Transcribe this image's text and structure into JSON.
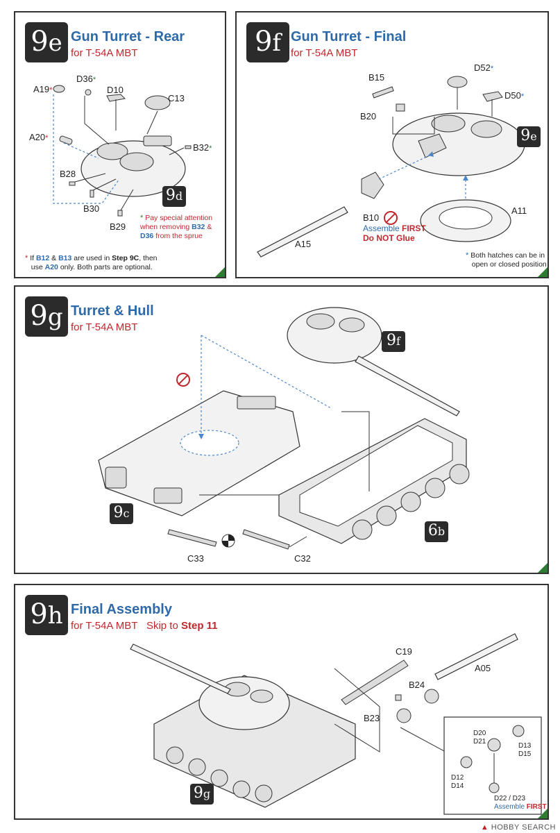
{
  "panels": {
    "p9e": {
      "step_num": "9",
      "step_letter": "e",
      "title": "Gun Turret - Rear",
      "subtitle": "for T-54A MBT",
      "labels": {
        "a19": "A19",
        "d36": "D36",
        "d10": "D10",
        "c13": "C13",
        "a20": "A20",
        "b32": "B32",
        "b28": "B28",
        "b30": "B30",
        "b29": "B29"
      },
      "ref_badge_num": "9",
      "ref_badge_letter": "d",
      "green_note": {
        "line1": "Pay special attention",
        "line2": "when removing",
        "part1": "B32",
        "amp": "&",
        "part2": "D36",
        "line3": "from the sprue"
      },
      "footnote": {
        "prefix": "If",
        "p1": "B12",
        "amp": "&",
        "p2": "B13",
        "mid": "are used in",
        "step": "Step 9C",
        "then": ", then",
        "use": "use",
        "p3": "A20",
        "end": "only.  Both parts are optional."
      }
    },
    "p9f": {
      "step_num": "9",
      "step_letter": "f",
      "title": "Gun Turret - Final",
      "subtitle": "for T-54A MBT",
      "labels": {
        "b15": "B15",
        "d52": "D52",
        "d50": "D50",
        "b20": "B20",
        "b10": "B10",
        "a11": "A11",
        "a15": "A15"
      },
      "ref_badge_num": "9",
      "ref_badge_letter": "e",
      "assemble_first": "Assemble",
      "assemble_first_strong": "FIRST",
      "do_not_glue": "Do NOT Glue",
      "hatch_note": {
        "line1": "Both hatches can be in",
        "line2": "open or closed position"
      }
    },
    "p9g": {
      "step_num": "9",
      "step_letter": "g",
      "title": "Turret & Hull",
      "subtitle": "for T-54A MBT",
      "labels": {
        "c33": "C33",
        "c32": "C32"
      },
      "badge_turret_num": "9",
      "badge_turret_letter": "f",
      "badge_hull_num": "9",
      "badge_hull_letter": "c",
      "badge_lower_num": "6",
      "badge_lower_letter": "b"
    },
    "p9h": {
      "step_num": "9",
      "step_letter": "h",
      "title": "Final Assembly",
      "subtitle": "for T-54A MBT",
      "skip_text": "Skip to",
      "skip_step": "Step 11",
      "labels": {
        "c19": "C19",
        "a05": "A05",
        "b24": "B24",
        "b23": "B23",
        "d20": "D20",
        "d21": "D21",
        "d13": "D13",
        "d15": "D15",
        "d12": "D12",
        "d14": "D14",
        "d22_d23": "D22 / D23"
      },
      "assemble_first": "Assemble",
      "assemble_first_strong": "FIRST",
      "badge_tank_num": "9",
      "badge_tank_letter": "g"
    }
  },
  "watermark": "HOBBY SEARCH",
  "colors": {
    "title_blue": "#2e6aa8",
    "sub_red": "#c0282e",
    "note_green": "#2e7d32",
    "badge_dark": "#2b2b2b"
  }
}
